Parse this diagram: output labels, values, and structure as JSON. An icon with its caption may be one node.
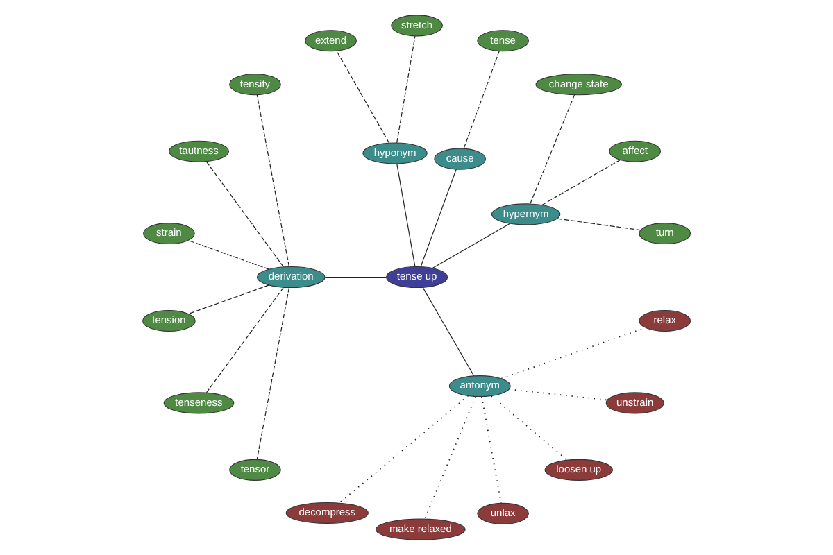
{
  "diagram": {
    "nodes": [
      {
        "text": [
          "turn"
        ]
      },
      {
        "text": [
          "affect"
        ]
      },
      {
        "text": [
          "change state"
        ]
      },
      {
        "text": [
          "hypernym"
        ]
      },
      {
        "text": [
          "stretch"
        ]
      },
      {
        "text": [
          "tense"
        ]
      },
      {
        "text": [
          "cause"
        ]
      },
      {
        "text": [
          "hyponym"
        ]
      },
      {
        "text": [
          "extend"
        ]
      },
      {
        "text": [
          "tense up"
        ]
      },
      {
        "text": [
          "tensity"
        ]
      },
      {
        "text": [
          "decompress"
        ]
      },
      {
        "text": [
          "tautness"
        ]
      },
      {
        "text": [
          "strain"
        ]
      },
      {
        "text": [
          "derivation"
        ]
      },
      {
        "text": [
          "tension"
        ]
      },
      {
        "text": [
          "make relaxed"
        ]
      },
      {
        "text": [
          "tenseness"
        ]
      },
      {
        "text": [
          "antonym"
        ]
      },
      {
        "text": [
          "tensor"
        ]
      },
      {
        "text": [
          "unlax"
        ]
      },
      {
        "text": [
          "loosen up"
        ]
      },
      {
        "text": [
          "unstrain"
        ]
      },
      {
        "text": [
          "relax"
        ]
      }
    ],
    "edges": [
      {
        "from": 9,
        "to": 3,
        "arrow": "none"
      },
      {
        "from": 9,
        "to": 6,
        "arrow": "none"
      },
      {
        "from": 9,
        "to": 7,
        "arrow": "none"
      },
      {
        "from": 9,
        "to": 14,
        "arrow": "none"
      },
      {
        "from": 9,
        "to": 18,
        "arrow": "none"
      },
      {
        "from": 3,
        "to": 0,
        "arrow": "none",
        "style": "dashed"
      },
      {
        "from": 3,
        "to": 1,
        "arrow": "none",
        "style": "dashed"
      },
      {
        "from": 3,
        "to": 2,
        "arrow": "none",
        "style": "dashed"
      },
      {
        "from": 7,
        "to": 4,
        "arrow": "none",
        "style": "dashed"
      },
      {
        "from": 7,
        "to": 8,
        "arrow": "none",
        "style": "dashed"
      },
      {
        "from": 6,
        "to": 5,
        "arrow": "none",
        "style": "dashed"
      },
      {
        "from": 14,
        "to": 10,
        "arrow": "none",
        "style": "dashed"
      },
      {
        "from": 14,
        "to": 12,
        "arrow": "none",
        "style": "dashed"
      },
      {
        "from": 14,
        "to": 13,
        "arrow": "none",
        "style": "dashed"
      },
      {
        "from": 14,
        "to": 15,
        "arrow": "none",
        "style": "dashed"
      },
      {
        "from": 14,
        "to": 17,
        "arrow": "none",
        "style": "dashed"
      },
      {
        "from": 14,
        "to": 19,
        "arrow": "none",
        "style": "dashed"
      },
      {
        "from": 18,
        "to": 11,
        "arrow": "none",
        "style": "dashed"
      },
      {
        "from": 18,
        "to": 16,
        "arrow": "none",
        "style": "dashed"
      },
      {
        "from": 18,
        "to": 20,
        "arrow": "none",
        "style": "dashed"
      },
      {
        "from": 18,
        "to": 21,
        "arrow": "none",
        "style": "dashed"
      },
      {
        "from": 18,
        "to": 22,
        "arrow": "none",
        "style": "dashed"
      },
      {
        "from": 18,
        "to": 23,
        "arrow": "none",
        "style": "dashed"
      }
    ]
  }
}
